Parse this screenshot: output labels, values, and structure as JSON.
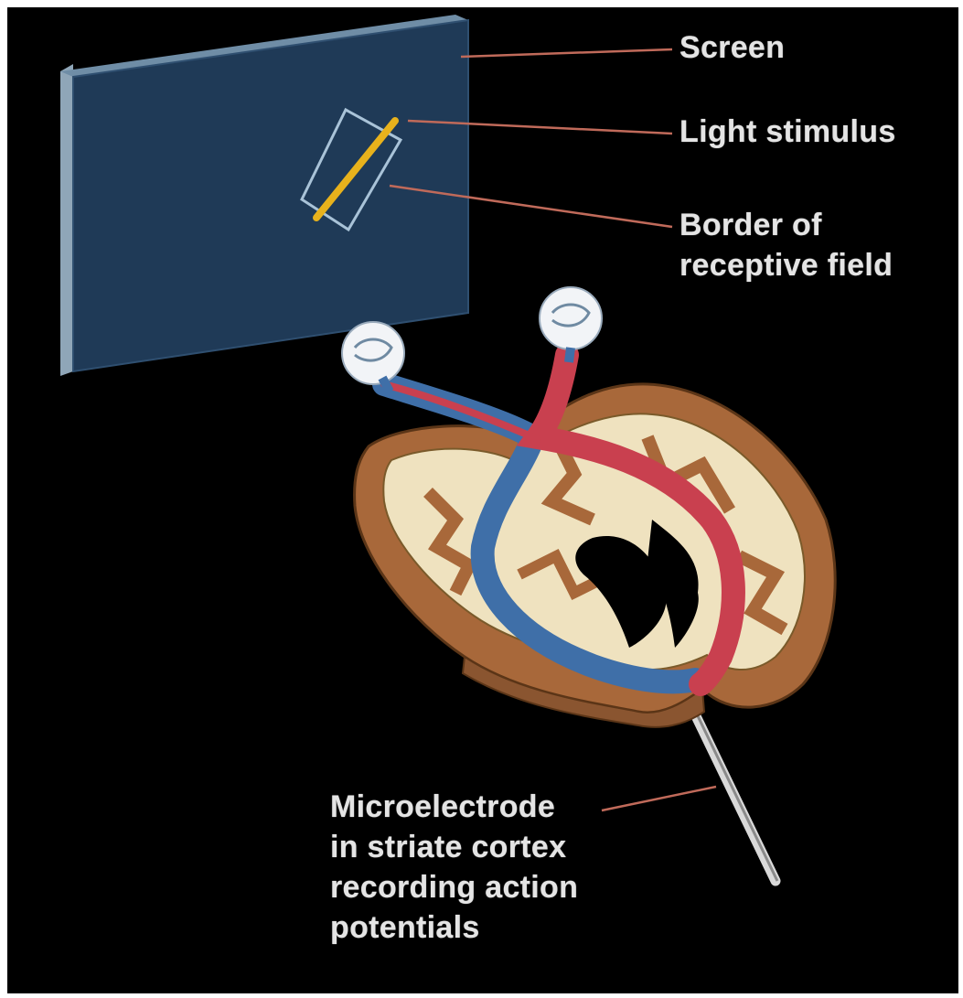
{
  "labels": {
    "screen": "Screen",
    "light_stimulus": "Light stimulus",
    "receptive_field": [
      "Border of",
      "receptive field"
    ],
    "microelectrode": [
      "Microelectrode",
      "in striate cortex",
      "recording action",
      "potentials"
    ]
  },
  "colors": {
    "background": "#000000",
    "screen": "#1f3a57",
    "stimulus": "#e8b21c",
    "left_pathway": "#3f6fa8",
    "right_pathway": "#c9404f",
    "cortex_gray": "#a8683a",
    "white_matter": "#efe2bf",
    "label_text": "#e4e4e4",
    "leader_line": "#c06a5a"
  }
}
